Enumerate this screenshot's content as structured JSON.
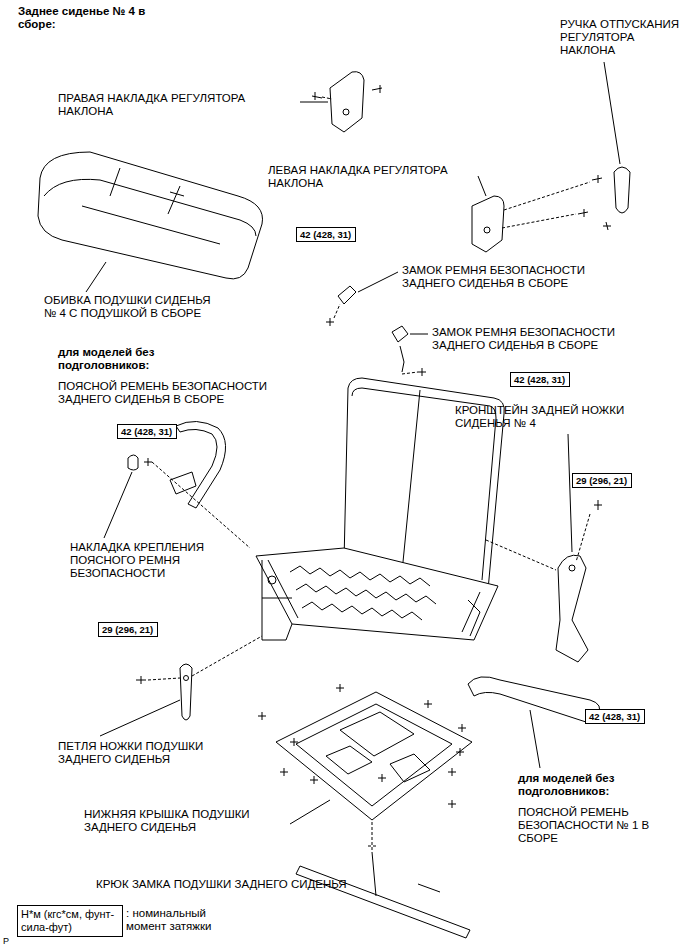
{
  "diagram": {
    "title": "Заднее сиденье № 4 в сборе:",
    "nodes": [
      {
        "text": [
          "42 (428, 31)"
        ]
      },
      {
        "text": [
          "42 (428, 31)"
        ]
      },
      {
        "text": [
          "42 (428, 31)"
        ]
      },
      {
        "text": [
          "29 (296, 21)"
        ]
      },
      {
        "text": [
          "29 (296, 21)"
        ]
      },
      {
        "text": [
          "42 (428, 31)"
        ]
      },
      {
        "text": [
          "Н*м (кгс*см, фунт-сила-фут)"
        ]
      }
    ],
    "labels": [
      "РУЧКА ОТПУСКАНИЯ РЕГУЛЯТОРА НАКЛОНА",
      "ПРАВАЯ НАКЛАДКА РЕГУЛЯТОРА НАКЛОНА",
      "ЛЕВАЯ НАКЛАДКА РЕГУЛЯТОРА НАКЛОНА",
      "ЗАМОК РЕМНЯ БЕЗОПАСНОСТИ ЗАДНЕГО СИДЕНЬЯ В СБОРЕ",
      "ОБИВКА ПОДУШКИ СИДЕНЬЯ № 4 С ПОДУШКОЙ В СБОРЕ",
      "ЗАМОК РЕМНЯ БЕЗОПАСНОСТИ ЗАДНЕГО СИДЕНЬЯ В СБОРЕ",
      "для моделей без подголовников:",
      "ПОЯСНОЙ РЕМЕНЬ БЕЗОПАСНОСТИ ЗАДНЕГО СИДЕНЬЯ В СБОРЕ",
      "КРОНШТЕЙН ЗАДНЕЙ НОЖКИ СИДЕНЬЯ № 4",
      "НАКЛАДКА КРЕПЛЕНИЯ ПОЯСНОГО РЕМНЯ БЕЗОПАСНОСТИ",
      "ПЕТЛЯ НОЖКИ ПОДУШКИ ЗАДНЕГО СИДЕНЬЯ",
      "для моделей без подголовников:",
      "НИЖНЯЯ КРЫШКА ПОДУШКИ ЗАДНЕГО СИДЕНЬЯ",
      "ПОЯСНОЙ РЕМЕНЬ БЕЗОПАСНОСТИ № 1 В СБОРЕ",
      "КРЮК ЗАМКА ПОДУШКИ ЗАДНЕГО СИДЕНЬЯ",
      ": номинальный момент затяжки",
      "P"
    ]
  }
}
